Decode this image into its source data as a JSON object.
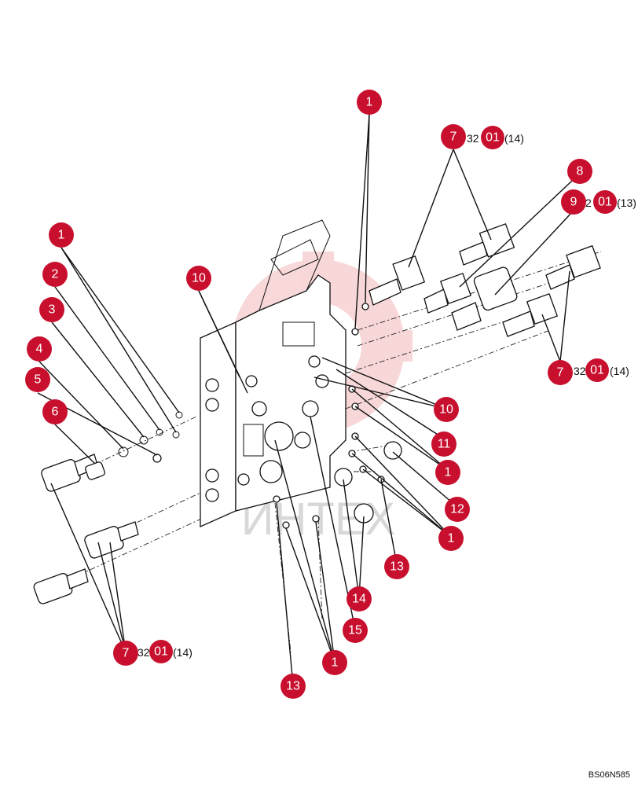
{
  "watermark_text": "ИНТЕХ",
  "figure_id": "BS06N585",
  "ref_fragments": [
    {
      "prefix": "32",
      "code": "01",
      "suffix": "(14)"
    },
    {
      "prefix": "2",
      "code": "01",
      "suffix": "(13)"
    },
    {
      "prefix": "32",
      "code": "01",
      "suffix": "(14)"
    },
    {
      "prefix": "32",
      "code": "01",
      "suffix": "(14)"
    }
  ],
  "callouts": [
    "1",
    "7",
    "8",
    "9",
    "1",
    "2",
    "3",
    "4",
    "5",
    "6",
    "10",
    "7",
    "10",
    "11",
    "1",
    "12",
    "1",
    "13",
    "14",
    "15",
    "1",
    "7",
    "13"
  ],
  "colors": {
    "callout": "#c8102e",
    "watermark": "#f2b8b8",
    "line": "#111111"
  }
}
